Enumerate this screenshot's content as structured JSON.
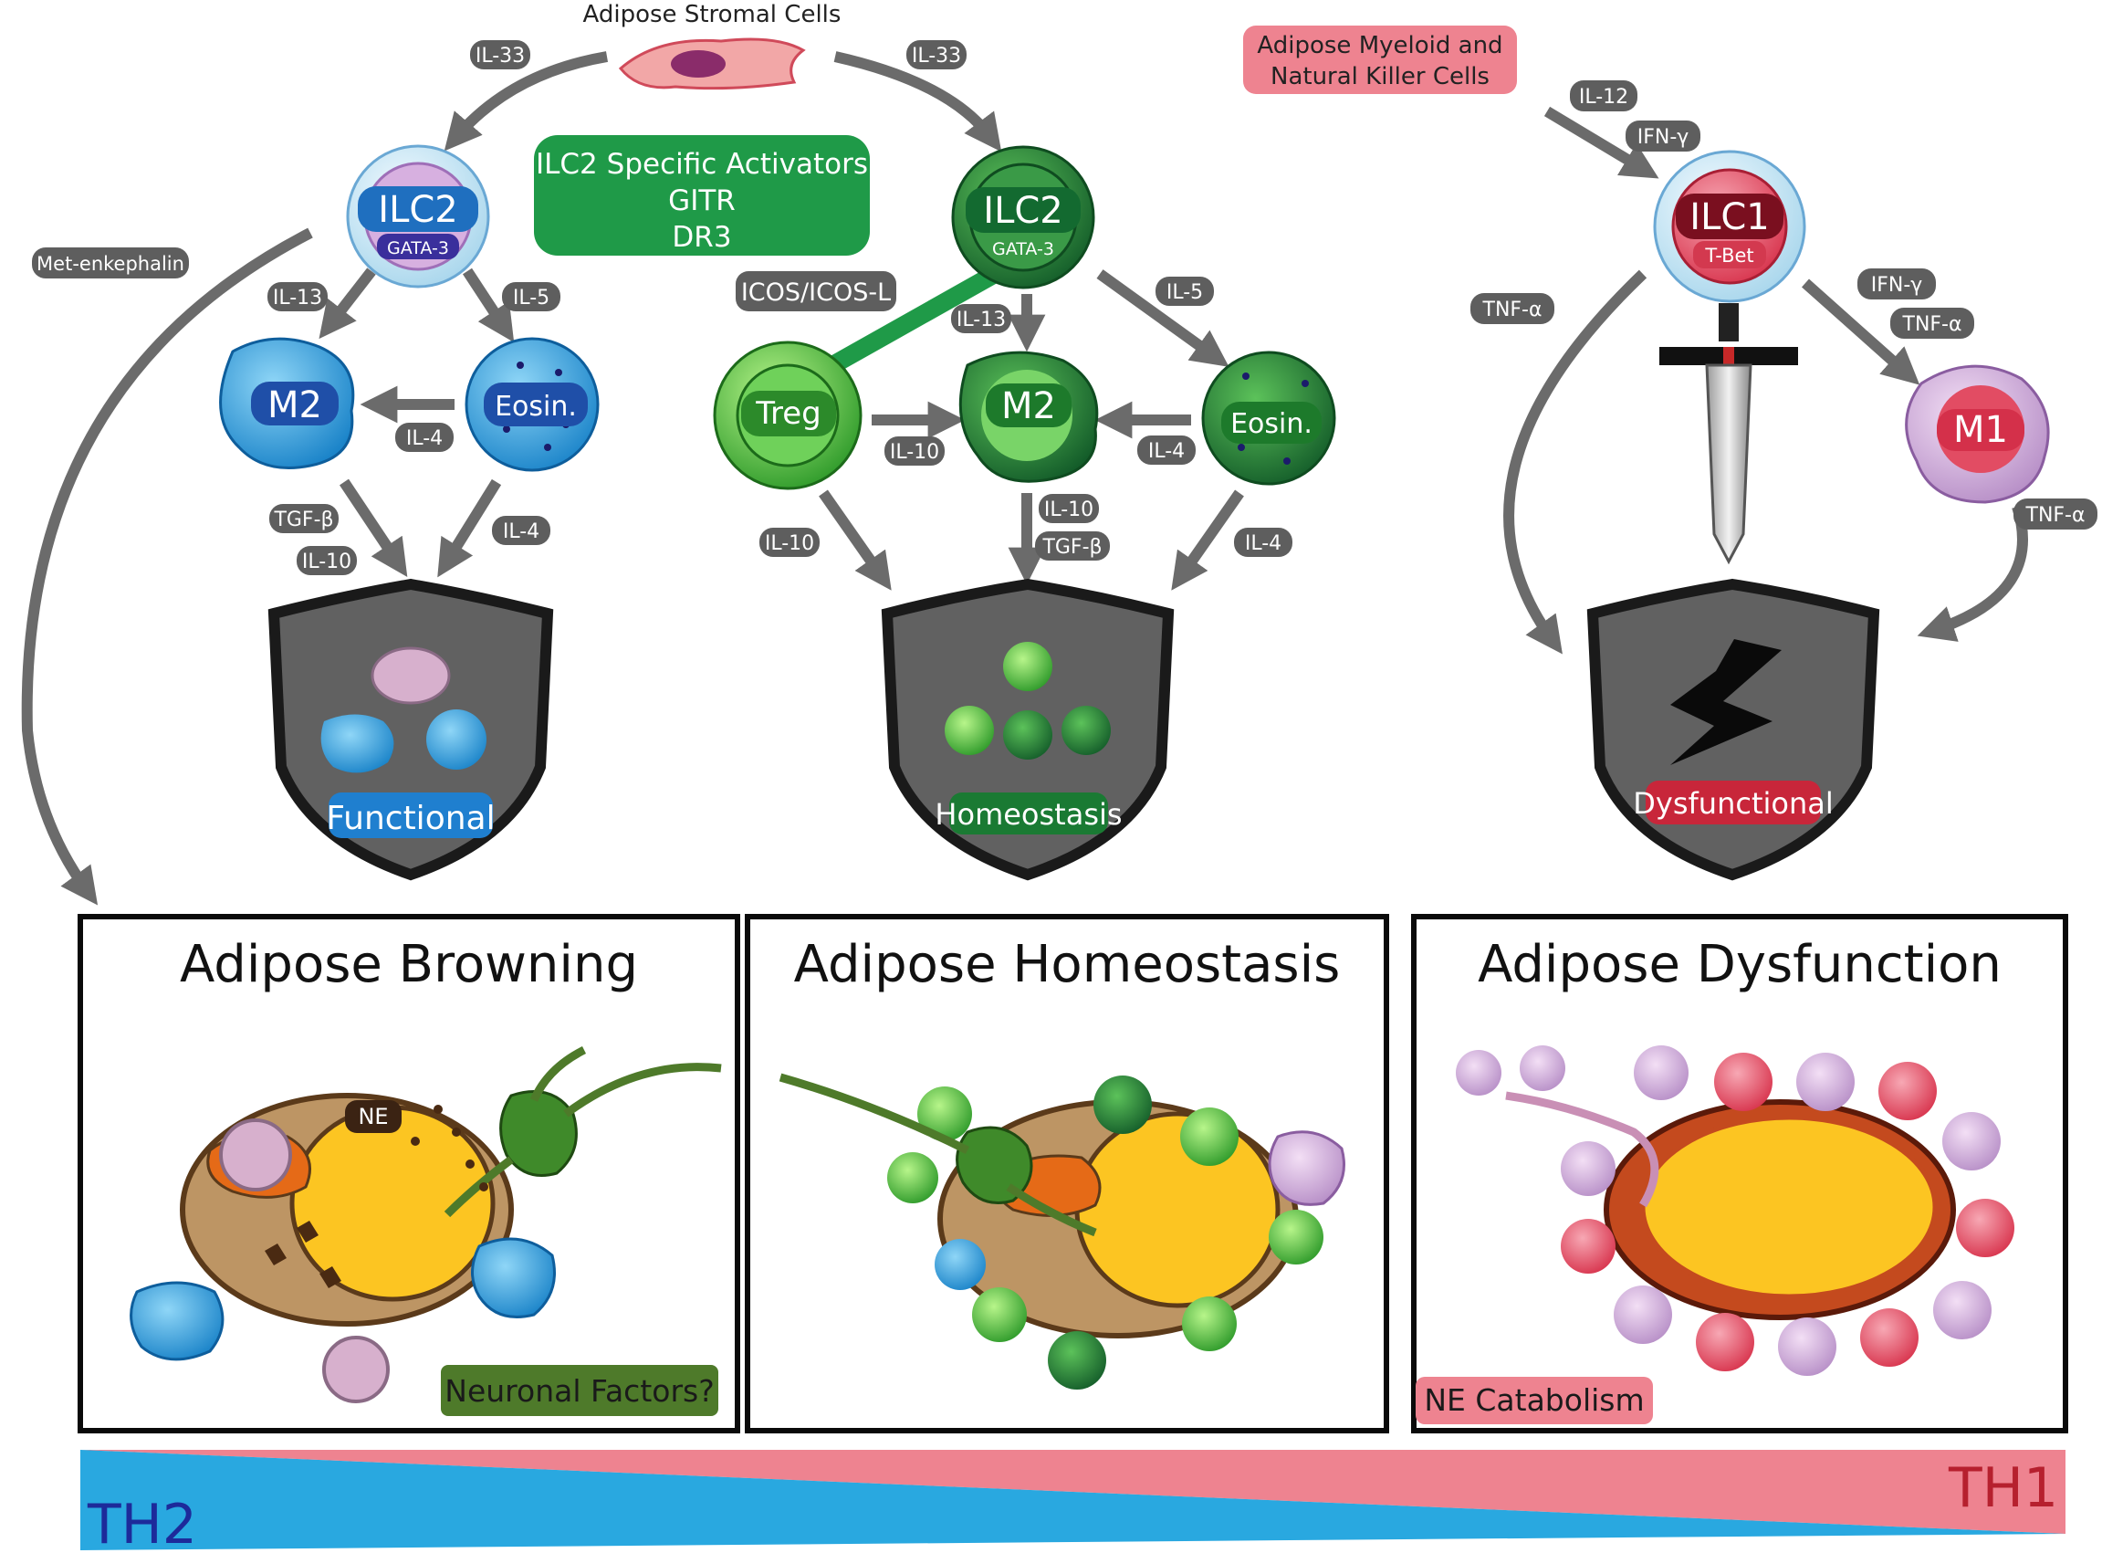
{
  "labels": {
    "stromal_cells": "Adipose Stromal Cells",
    "myeloid_nk_line1": "Adipose Myeloid and",
    "myeloid_nk_line2": "Natural Killer Cells",
    "activators_line1": "ILC2 Specific Activators",
    "activators_line2": "GITR",
    "activators_line3": "DR3",
    "icos": "ICOS/ICOS-L",
    "met_enkephalin": "Met-enkephalin"
  },
  "cytokines": {
    "il33_left": "IL-33",
    "il33_right": "IL-33",
    "il12": "IL-12",
    "ifng_top": "IFN-γ",
    "ifng_right": "IFN-γ",
    "tnfa_left": "TNF-α",
    "tnfa_mid": "TNF-α",
    "tnfa_right": "TNF-α",
    "il13_a": "IL-13",
    "il5_a": "IL-5",
    "il4_a": "IL-4",
    "tgfb_a": "TGF-β",
    "il10_a": "IL-10",
    "il4_a2": "IL-4",
    "il13_b": "IL-13",
    "il5_b": "IL-5",
    "il10_b": "IL-10",
    "il4_b": "IL-4",
    "il10_b2": "IL-10",
    "il10_b3": "IL-10",
    "tgfb_b": "TGF-β",
    "il4_b2": "IL-4"
  },
  "cells": {
    "ilc2_left": "ILC2",
    "gata3_left": "GATA-3",
    "ilc2_mid": "ILC2",
    "gata3_mid": "GATA-3",
    "ilc1": "ILC1",
    "tbet": "T-Bet",
    "m2_left": "M2",
    "eosin_left": "Eosin.",
    "treg": "Treg",
    "m2_mid": "M2",
    "eosin_mid": "Eosin.",
    "m1": "M1"
  },
  "shields": {
    "left": "Functional",
    "mid": "Homeostasis",
    "right": "Dysfunctional"
  },
  "panels": {
    "left_title": "Adipose Browning",
    "mid_title": "Adipose Homeostasis",
    "right_title": "Adipose Dysfunction",
    "ne": "NE",
    "neuronal": "Neuronal Factors?",
    "ne_catabolism": "NE Catabolism"
  },
  "gradient": {
    "left": "TH2",
    "right": "TH1"
  },
  "colors": {
    "th2_blue": "#29a8e0",
    "th1_pink": "#ee8390",
    "shield_gray": "#616161",
    "ilc_green": "#1f9a48",
    "label_gray": "#5e5e5e",
    "fat_yellow": "#fcc522",
    "cytoplasm_tan": "#bd9564"
  }
}
